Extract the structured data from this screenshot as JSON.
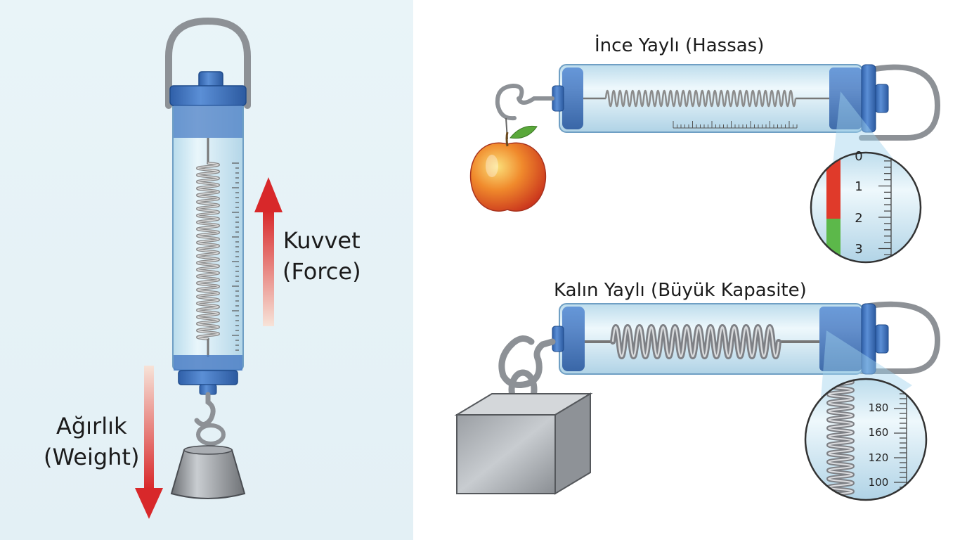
{
  "left": {
    "force_label_line1": "Kuvvet",
    "force_label_line2": "(Force)",
    "weight_label_line1": "Ağırlık",
    "weight_label_line2": "(Weight)"
  },
  "top_scale": {
    "title": "İnce Yaylı (Hassas)",
    "zoom_ticks": [
      "0",
      "1",
      "2",
      "3"
    ]
  },
  "bottom_scale": {
    "title": "Kalın Yaylı (Büyük Kapasite)",
    "zoom_ticks": [
      "180",
      "160",
      "120",
      "100"
    ]
  },
  "colors": {
    "tube_blue": "#3a6fb8",
    "glass": "#cfe6f2",
    "arrow_red": "#d8282a",
    "indicator_red": "#e03a2a",
    "indicator_green": "#5cb84a",
    "spring_gray": "#8c8c8c"
  }
}
